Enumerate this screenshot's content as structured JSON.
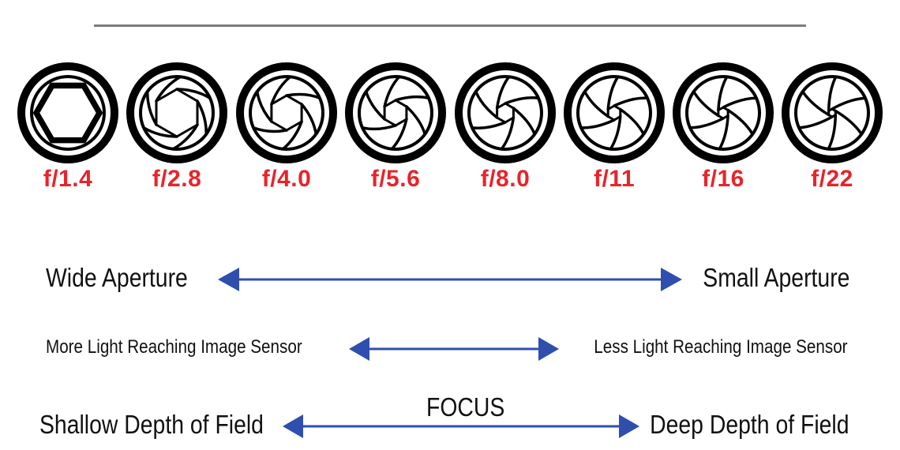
{
  "diagram": {
    "accent_colors": {
      "fstop_label": "#e8242a",
      "arrow": "#2f4fae",
      "icon": "#000000",
      "rule": "#7d7d7d"
    },
    "apertures": [
      {
        "label": "f/1.4",
        "icon": "aperture-icon",
        "opening_radius": 42
      },
      {
        "label": "f/2.8",
        "icon": "aperture-icon",
        "opening_radius": 30
      },
      {
        "label": "f/4.0",
        "icon": "aperture-icon",
        "opening_radius": 22
      },
      {
        "label": "f/5.6",
        "icon": "aperture-icon",
        "opening_radius": 16
      },
      {
        "label": "f/8.0",
        "icon": "aperture-icon",
        "opening_radius": 12
      },
      {
        "label": "f/11",
        "icon": "aperture-icon",
        "opening_radius": 9
      },
      {
        "label": "f/16",
        "icon": "aperture-icon",
        "opening_radius": 7
      },
      {
        "label": "f/22",
        "icon": "aperture-icon",
        "opening_radius": 5
      }
    ],
    "scales": [
      {
        "left": "Wide Aperture",
        "right": "Small Aperture",
        "center": ""
      },
      {
        "left": "More Light Reaching Image Sensor",
        "right": "Less Light Reaching Image Sensor",
        "center": ""
      },
      {
        "left": "Shallow Depth of Field",
        "right": "Deep Depth of Field",
        "center": "FOCUS"
      }
    ]
  }
}
